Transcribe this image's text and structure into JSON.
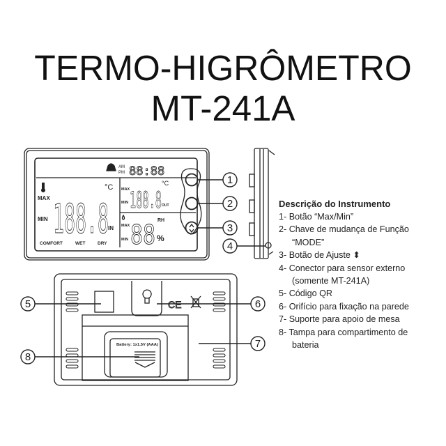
{
  "title": {
    "line1": "TERMO-HIGRÔMETRO",
    "line2": "MT-241A"
  },
  "lcd": {
    "am": "AM",
    "pm": "PM",
    "clock": "88:88",
    "max": "MAX",
    "min": "MIN",
    "big_temp": "188.8",
    "celsius": "°C",
    "in": "IN",
    "out_temp": "188.8",
    "out": "OUT",
    "humidity": "88",
    "rh": "RH",
    "percent": "%",
    "comfort": "COMFORT",
    "wet": "WET",
    "dry": "DRY"
  },
  "callouts": [
    "1",
    "2",
    "3",
    "4",
    "5",
    "6",
    "7",
    "8"
  ],
  "back": {
    "battery_label": "Battery: 1x1.5V (AAA)",
    "ce_mark": "CE"
  },
  "description": {
    "heading": "Descrição do Instrumento",
    "items": [
      {
        "text": "1- Botão “Max/Min”"
      },
      {
        "text": "2- Chave de mudança de Função",
        "cont": "“MODE”"
      },
      {
        "text": "3- Botão de Ajuste ⬍"
      },
      {
        "text": "4- Conector para sensor externo",
        "cont": "(somente MT-241A)"
      },
      {
        "text": "5- Código QR"
      },
      {
        "text": "6- Orifício para fixação na parede"
      },
      {
        "text": "7- Suporte para apoio de mesa"
      },
      {
        "text": "8- Tampa para compartimento de",
        "cont": "bateria"
      }
    ]
  }
}
